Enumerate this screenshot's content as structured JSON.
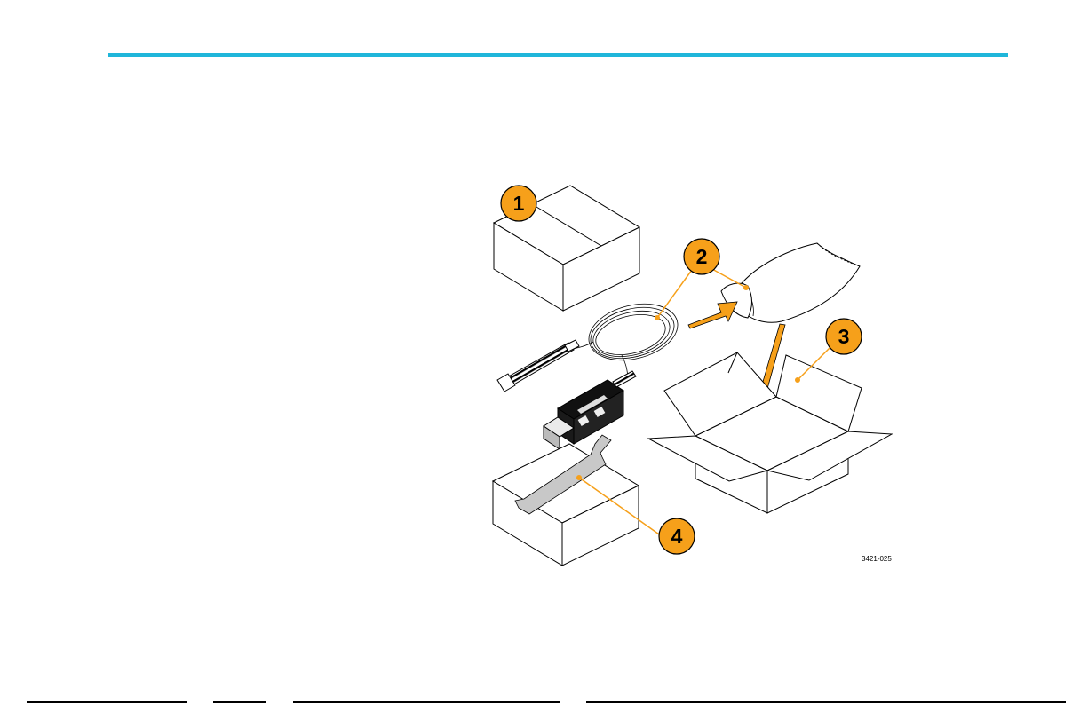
{
  "colors": {
    "rule": "#1fb6da",
    "callout_fill": "#f6a01a",
    "callout_stroke": "#000000",
    "leader_line": "#f6a01a",
    "arrow_fill": "#f6a01a",
    "tape_fill": "#c8c8c8",
    "line_art": "#000000"
  },
  "figure": {
    "id": "3421-025",
    "callouts": [
      {
        "number": "1",
        "refers_to": "shipping-box-closed"
      },
      {
        "number": "2",
        "refers_to": "probe-and-antistatic-bag"
      },
      {
        "number": "3",
        "refers_to": "open-box"
      },
      {
        "number": "4",
        "refers_to": "tape"
      }
    ]
  }
}
